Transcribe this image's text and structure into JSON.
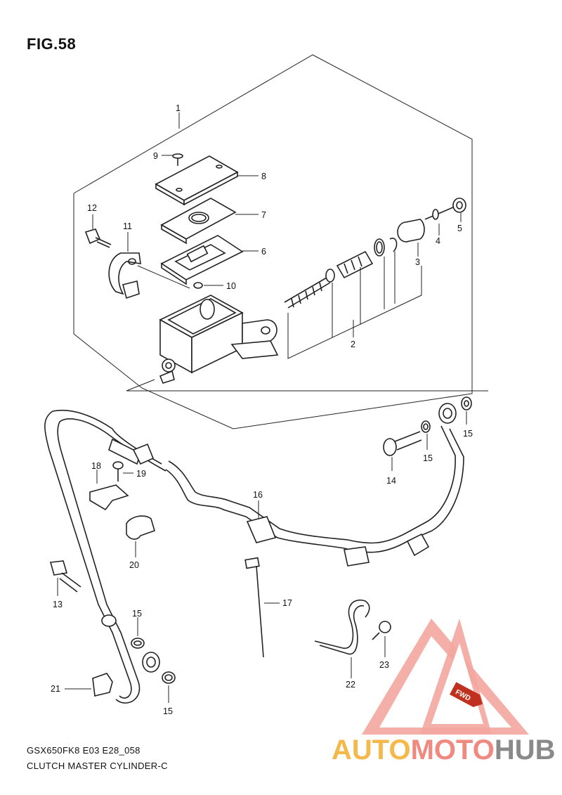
{
  "figure_title": "FIG.58",
  "footer": {
    "line1": "GSX650FK8 E03 E28_058",
    "line2": "CLUTCH MASTER CYLINDER-C"
  },
  "callouts": {
    "c1": "1",
    "c2": "2",
    "c3": "3",
    "c4": "4",
    "c5": "5",
    "c6": "6",
    "c7": "7",
    "c8": "8",
    "c9": "9",
    "c10": "10",
    "c11": "11",
    "c12": "12",
    "c13": "13",
    "c14": "14",
    "c15a": "15",
    "c15b": "15",
    "c15c": "15",
    "c15d": "15",
    "c16": "16",
    "c17": "17",
    "c18": "18",
    "c19": "19",
    "c20": "20",
    "c21": "21",
    "c22": "22",
    "c23": "23"
  },
  "fwd_tag": "FWD",
  "watermark": {
    "part1": "AUTO",
    "part2": "MOTO",
    "part3": "HUB",
    "color1": "#f5b84a",
    "color2": "#f08a80",
    "color3": "#8a8a8a"
  }
}
